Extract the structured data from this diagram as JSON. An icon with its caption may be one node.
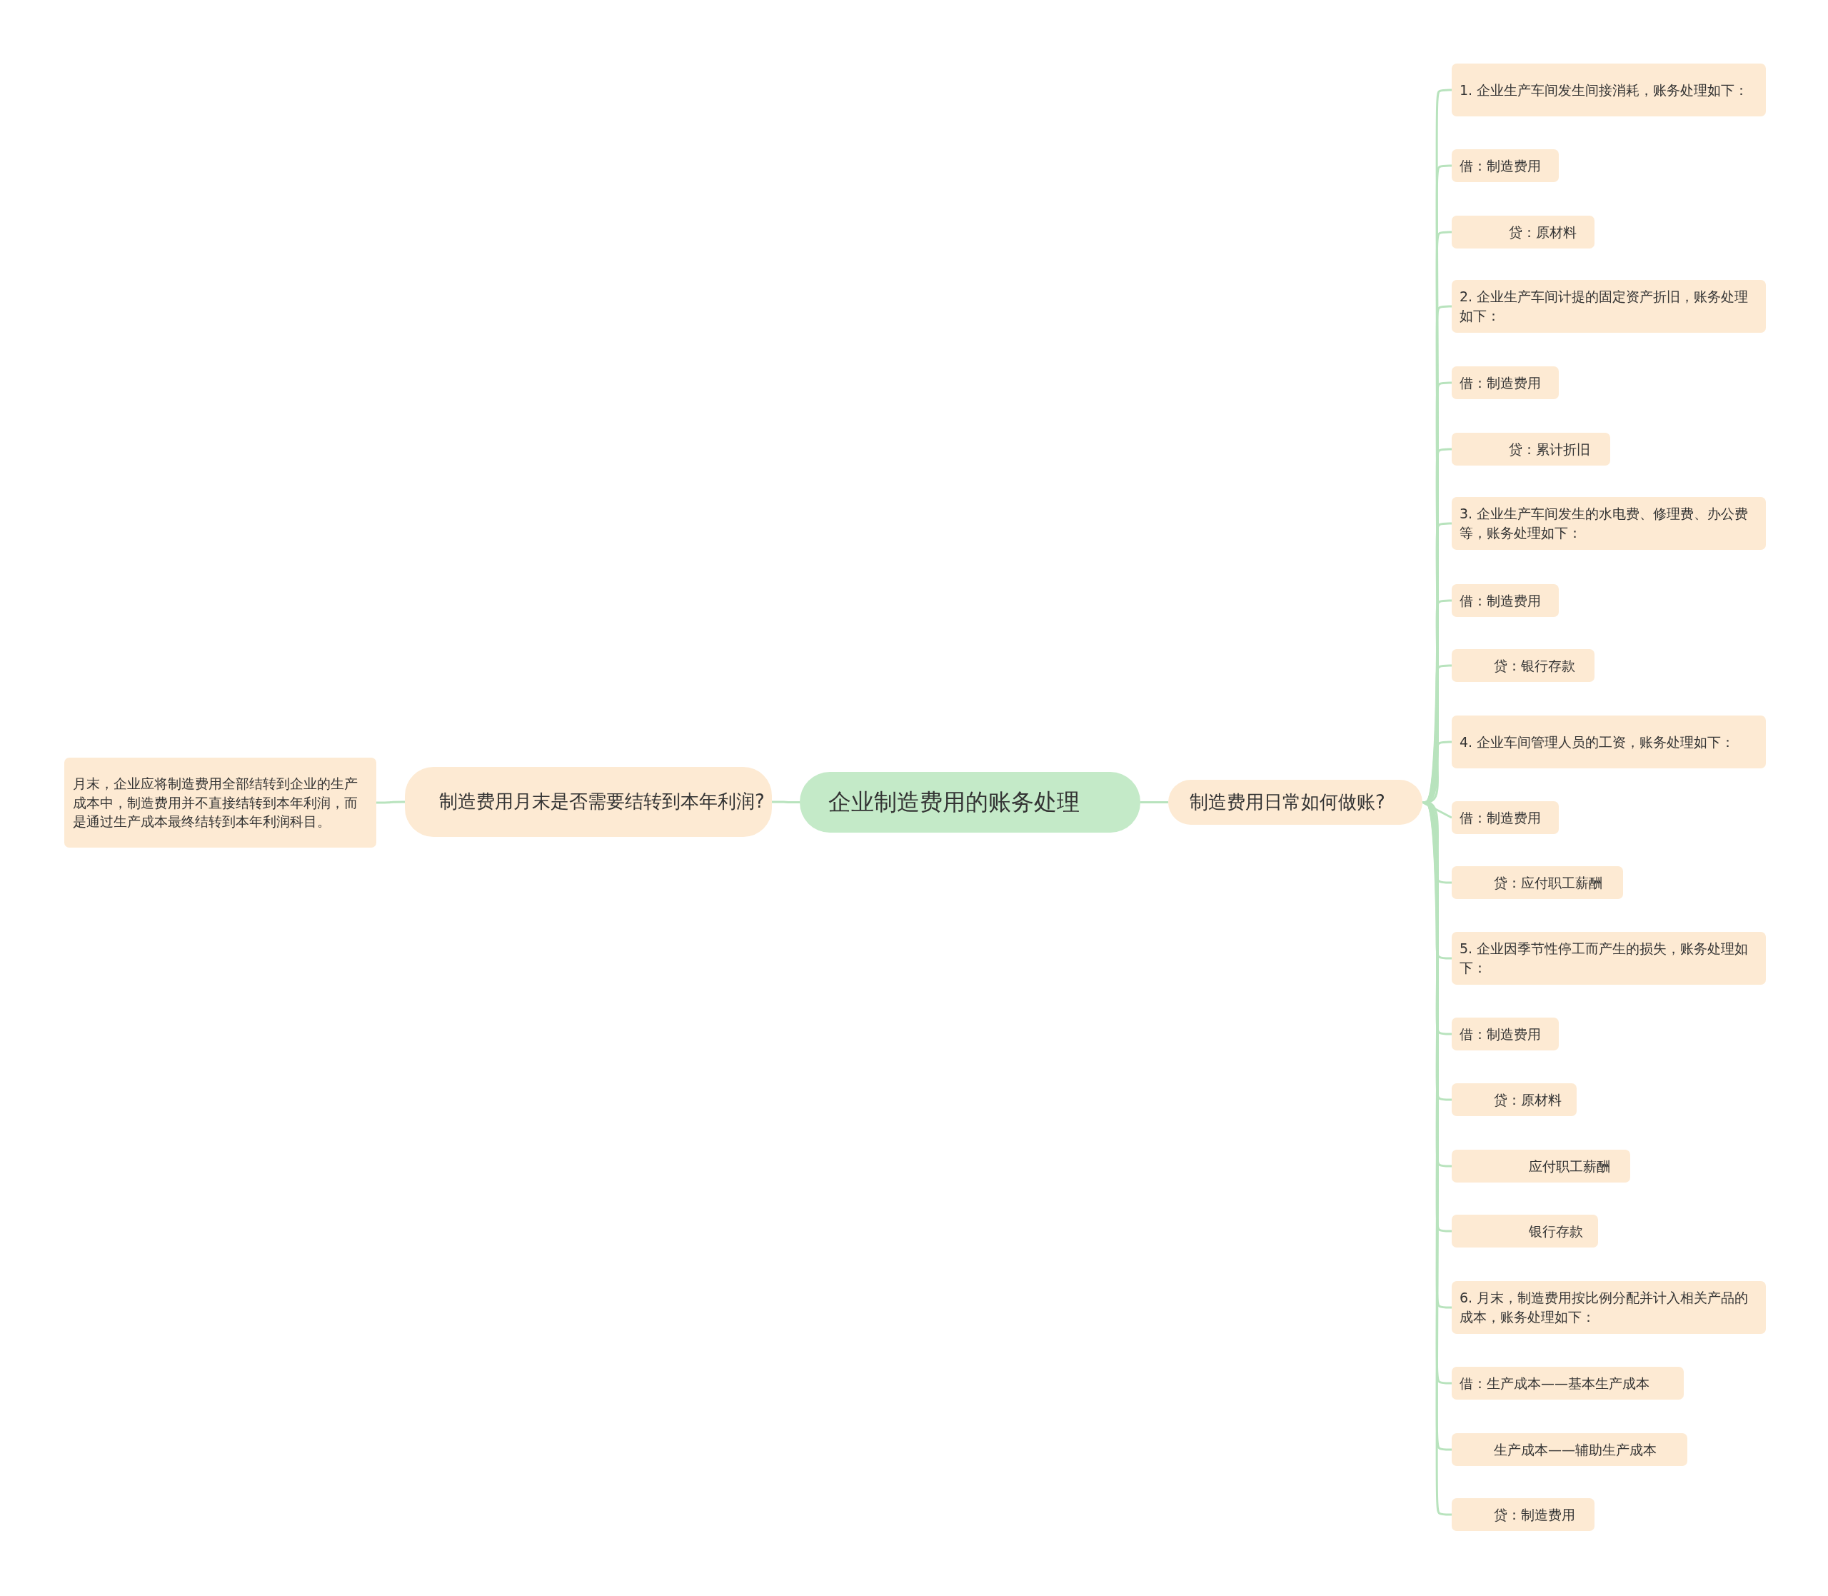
{
  "diagram": {
    "nodes": [
      {
        "text": [
          "企业制造费用的账务处理"
        ]
      },
      {
        "text": [
          "制造费用月末是否需要结转到本年利润?"
        ]
      },
      {
        "text": [
          "月末，企业应将制造费用全部结转到企业的生产成本中，制造费用并不直接结转到本年利润，而是通过生产成本最终结转到本年利润科目。"
        ]
      },
      {
        "text": [
          "制造费用日常如何做账?"
        ]
      },
      {
        "text": [
          "1. 企业生产车间发生间接消耗，账务处理如下："
        ]
      },
      {
        "text": [
          "借：制造费用"
        ]
      },
      {
        "text": [
          "贷：原材料"
        ]
      },
      {
        "text": [
          "2. 企业生产车间计提的固定资产折旧，账务处理如下："
        ]
      },
      {
        "text": [
          "借：制造费用"
        ]
      },
      {
        "text": [
          "贷：累计折旧"
        ]
      },
      {
        "text": [
          "3. 企业生产车间发生的水电费、修理费、办公费等，账务处理如下："
        ]
      },
      {
        "text": [
          "借：制造费用"
        ]
      },
      {
        "text": [
          "贷：银行存款"
        ]
      },
      {
        "text": [
          "4. 企业车间管理人员的工资，账务处理如下："
        ]
      },
      {
        "text": [
          "借：制造费用"
        ]
      },
      {
        "text": [
          "贷：应付职工薪酬"
        ]
      },
      {
        "text": [
          "5. 企业因季节性停工而产生的损失，账务处理如下："
        ]
      },
      {
        "text": [
          "借：制造费用"
        ]
      },
      {
        "text": [
          "贷：原材料"
        ]
      },
      {
        "text": [
          "应付职工薪酬"
        ]
      },
      {
        "text": [
          "银行存款"
        ]
      },
      {
        "text": [
          "6. 月末，制造费用按比例分配并计入相关产品的成本，账务处理如下："
        ]
      },
      {
        "text": [
          "借：生产成本——基本生产成本"
        ]
      },
      {
        "text": [
          "生产成本——辅助生产成本"
        ]
      },
      {
        "text": [
          "贷：制造费用"
        ]
      }
    ],
    "edges": [
      {
        "from": 0,
        "to": 1,
        "arrow": "none"
      },
      {
        "from": 1,
        "to": 2,
        "arrow": "none"
      },
      {
        "from": 0,
        "to": 3,
        "arrow": "none"
      },
      {
        "from": 3,
        "to": 4,
        "arrow": "none"
      },
      {
        "from": 3,
        "to": 5,
        "arrow": "none"
      },
      {
        "from": 3,
        "to": 6,
        "arrow": "none"
      },
      {
        "from": 3,
        "to": 7,
        "arrow": "none"
      },
      {
        "from": 3,
        "to": 8,
        "arrow": "none"
      },
      {
        "from": 3,
        "to": 9,
        "arrow": "none"
      },
      {
        "from": 3,
        "to": 10,
        "arrow": "none"
      },
      {
        "from": 3,
        "to": 11,
        "arrow": "none"
      },
      {
        "from": 3,
        "to": 12,
        "arrow": "none"
      },
      {
        "from": 3,
        "to": 13,
        "arrow": "none"
      },
      {
        "from": 3,
        "to": 14,
        "arrow": "none"
      },
      {
        "from": 3,
        "to": 15,
        "arrow": "none"
      },
      {
        "from": 3,
        "to": 16,
        "arrow": "none"
      },
      {
        "from": 3,
        "to": 17,
        "arrow": "none"
      },
      {
        "from": 3,
        "to": 18,
        "arrow": "none"
      },
      {
        "from": 3,
        "to": 19,
        "arrow": "none"
      },
      {
        "from": 3,
        "to": 20,
        "arrow": "none"
      },
      {
        "from": 3,
        "to": 21,
        "arrow": "none"
      },
      {
        "from": 3,
        "to": 22,
        "arrow": "none"
      },
      {
        "from": 3,
        "to": 23,
        "arrow": "none"
      },
      {
        "from": 3,
        "to": 24,
        "arrow": "none"
      }
    ]
  }
}
